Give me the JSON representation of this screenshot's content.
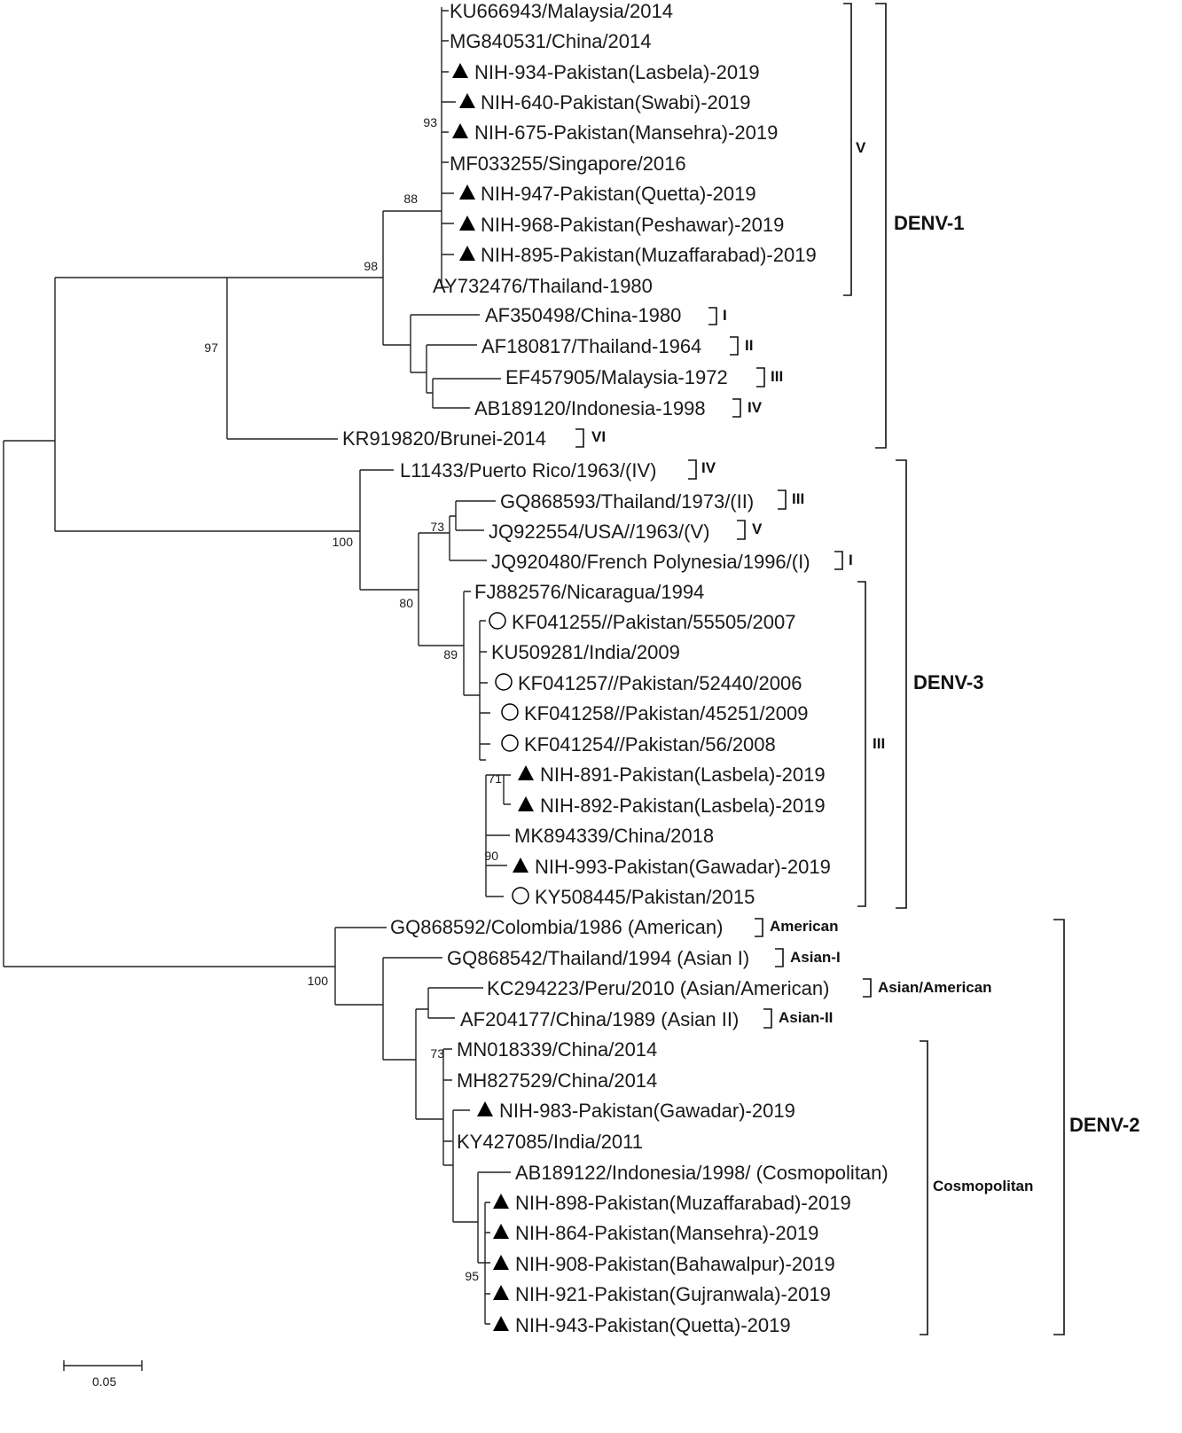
{
  "leaves": [
    {
      "label": "KU666943/Malaysia/2014",
      "marker": "none"
    },
    {
      "label": "MG840531/China/2014",
      "marker": "none"
    },
    {
      "label": "NIH-934-Pakistan(Lasbela)-2019",
      "marker": "triangle"
    },
    {
      "label": "NIH-640-Pakistan(Swabi)-2019",
      "marker": "triangle"
    },
    {
      "label": "NIH-675-Pakistan(Mansehra)-2019",
      "marker": "triangle"
    },
    {
      "label": "MF033255/Singapore/2016",
      "marker": "none"
    },
    {
      "label": "NIH-947-Pakistan(Quetta)-2019",
      "marker": "triangle"
    },
    {
      "label": "NIH-968-Pakistan(Peshawar)-2019",
      "marker": "triangle"
    },
    {
      "label": "NIH-895-Pakistan(Muzaffarabad)-2019",
      "marker": "triangle"
    },
    {
      "label": "AY732476/Thailand-1980",
      "marker": "none"
    },
    {
      "label": "AF350498/China-1980",
      "marker": "none"
    },
    {
      "label": "AF180817/Thailand-1964",
      "marker": "none"
    },
    {
      "label": "EF457905/Malaysia-1972",
      "marker": "none"
    },
    {
      "label": "AB189120/Indonesia-1998",
      "marker": "none"
    },
    {
      "label": "KR919820/Brunei-2014",
      "marker": "none"
    },
    {
      "label": "L11433/Puerto Rico/1963/(IV)",
      "marker": "none"
    },
    {
      "label": "GQ868593/Thailand/1973/(II)",
      "marker": "none"
    },
    {
      "label": "JQ922554/USA//1963/(V)",
      "marker": "none"
    },
    {
      "label": "JQ920480/French Polynesia/1996/(I)",
      "marker": "none"
    },
    {
      "label": "FJ882576/Nicaragua/1994",
      "marker": "none"
    },
    {
      "label": "KF041255//Pakistan/55505/2007",
      "marker": "circle"
    },
    {
      "label": "KU509281/India/2009",
      "marker": "none"
    },
    {
      "label": "KF041257//Pakistan/52440/2006",
      "marker": "circle"
    },
    {
      "label": "KF041258//Pakistan/45251/2009",
      "marker": "circle"
    },
    {
      "label": "KF041254//Pakistan/56/2008",
      "marker": "circle"
    },
    {
      "label": "NIH-891-Pakistan(Lasbela)-2019",
      "marker": "triangle"
    },
    {
      "label": "NIH-892-Pakistan(Lasbela)-2019",
      "marker": "triangle"
    },
    {
      "label": "MK894339/China/2018",
      "marker": "none"
    },
    {
      "label": "NIH-993-Pakistan(Gawadar)-2019",
      "marker": "triangle"
    },
    {
      "label": "KY508445/Pakistan/2015",
      "marker": "circle"
    },
    {
      "label": "GQ868592/Colombia/1986 (American)",
      "marker": "none"
    },
    {
      "label": "GQ868542/Thailand/1994 (Asian I)",
      "marker": "none"
    },
    {
      "label": "KC294223/Peru/2010 (Asian/American)",
      "marker": "none"
    },
    {
      "label": "AF204177/China/1989 (Asian II)",
      "marker": "none"
    },
    {
      "label": "MN018339/China/2014",
      "marker": "none"
    },
    {
      "label": "MH827529/China/2014",
      "marker": "none"
    },
    {
      "label": "NIH-983-Pakistan(Gawadar)-2019",
      "marker": "triangle"
    },
    {
      "label": "KY427085/India/2011",
      "marker": "none"
    },
    {
      "label": "AB189122/Indonesia/1998/ (Cosmopolitan)",
      "marker": "none"
    },
    {
      "label": "NIH-898-Pakistan(Muzaffarabad)-2019",
      "marker": "triangle"
    },
    {
      "label": "NIH-864-Pakistan(Mansehra)-2019",
      "marker": "triangle"
    },
    {
      "label": "NIH-908-Pakistan(Bahawalpur)-2019",
      "marker": "triangle"
    },
    {
      "label": "NIH-921-Pakistan(Gujranwala)-2019",
      "marker": "triangle"
    },
    {
      "label": "NIH-943-Pakistan(Quetta)-2019",
      "marker": "triangle"
    }
  ],
  "bootstrap": [
    "93",
    "88",
    "98",
    "97",
    "100",
    "73",
    "80",
    "89",
    "71",
    "90",
    "100",
    "73",
    "95"
  ],
  "genotypes": [
    "V",
    "I",
    "II",
    "III",
    "IV",
    "VI",
    "IV",
    "III",
    "V",
    "I",
    "III",
    "American",
    "Asian-I",
    "Asian/American",
    "Asian-II",
    "Cosmopolitan"
  ],
  "serotypes": [
    "DENV-1",
    "DENV-3",
    "DENV-2"
  ],
  "scale_bar": {
    "label": "0.05"
  }
}
